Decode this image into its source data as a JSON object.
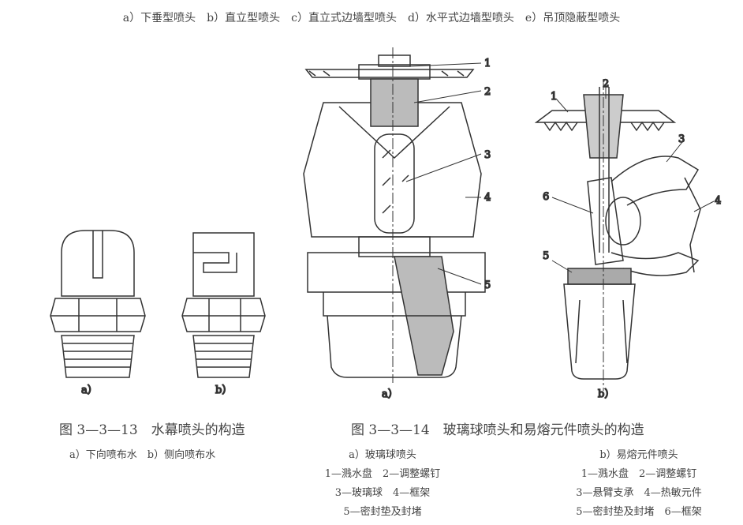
{
  "top_caption": "a）下垂型喷头　b）直立型喷头　c）直立式边墙型喷头　d）水平式边墙型喷头　e）吊顶隐蔽型喷头",
  "fig13": {
    "title": "图 3—3—13　水幕喷头的构造",
    "subtitle": "a）下向喷布水　b）侧向喷布水",
    "label_a": "a）",
    "label_b": "b）"
  },
  "fig14": {
    "title": "图 3—3—14　玻璃球喷头和易熔元件喷头的构造",
    "label_a": "a）",
    "label_b": "b）",
    "a_callouts": [
      "1",
      "2",
      "3",
      "4",
      "5"
    ],
    "b_callouts": [
      "1",
      "2",
      "3",
      "4",
      "5",
      "6"
    ],
    "legend_a": [
      "a）玻璃球喷头",
      "1—溅水盘　2—调整螺钉",
      "3—玻璃球　4—框架",
      "5—密封垫及封堵"
    ],
    "legend_b": [
      "b）易熔元件喷头",
      "1—溅水盘　2—调整螺钉",
      "3—悬臂支承　4—热敏元件",
      "5—密封垫及封堵　6—框架"
    ]
  }
}
